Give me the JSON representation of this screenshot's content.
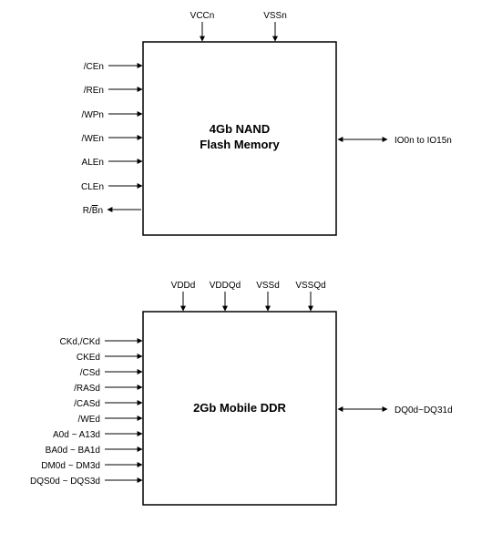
{
  "nand": {
    "title_line1": "4Gb NAND",
    "title_line2": "Flash Memory",
    "power": [
      "VCCn",
      "VSSn"
    ],
    "inputs": [
      "/CEn",
      "/REn",
      "/WPn",
      "/WEn",
      "ALEn",
      "CLEn"
    ],
    "output": {
      "prefix": "R/",
      "overline": "B",
      "suffix": "n"
    },
    "io": "IO0n to IO15n"
  },
  "ddr": {
    "title": "2Gb Mobile DDR",
    "power": [
      "VDDd",
      "VDDQd",
      "VSSd",
      "VSSQd"
    ],
    "inputs": [
      "CKd,/CKd",
      "CKEd",
      "/CSd",
      "/RASd",
      "/CASd",
      "/WEd",
      "A0d ~ A13d",
      "BA0d ~ BA1d",
      "DM0d ~ DM3d",
      "DQS0d ~ DQS3d"
    ],
    "io": "DQ0d~DQ31d"
  }
}
